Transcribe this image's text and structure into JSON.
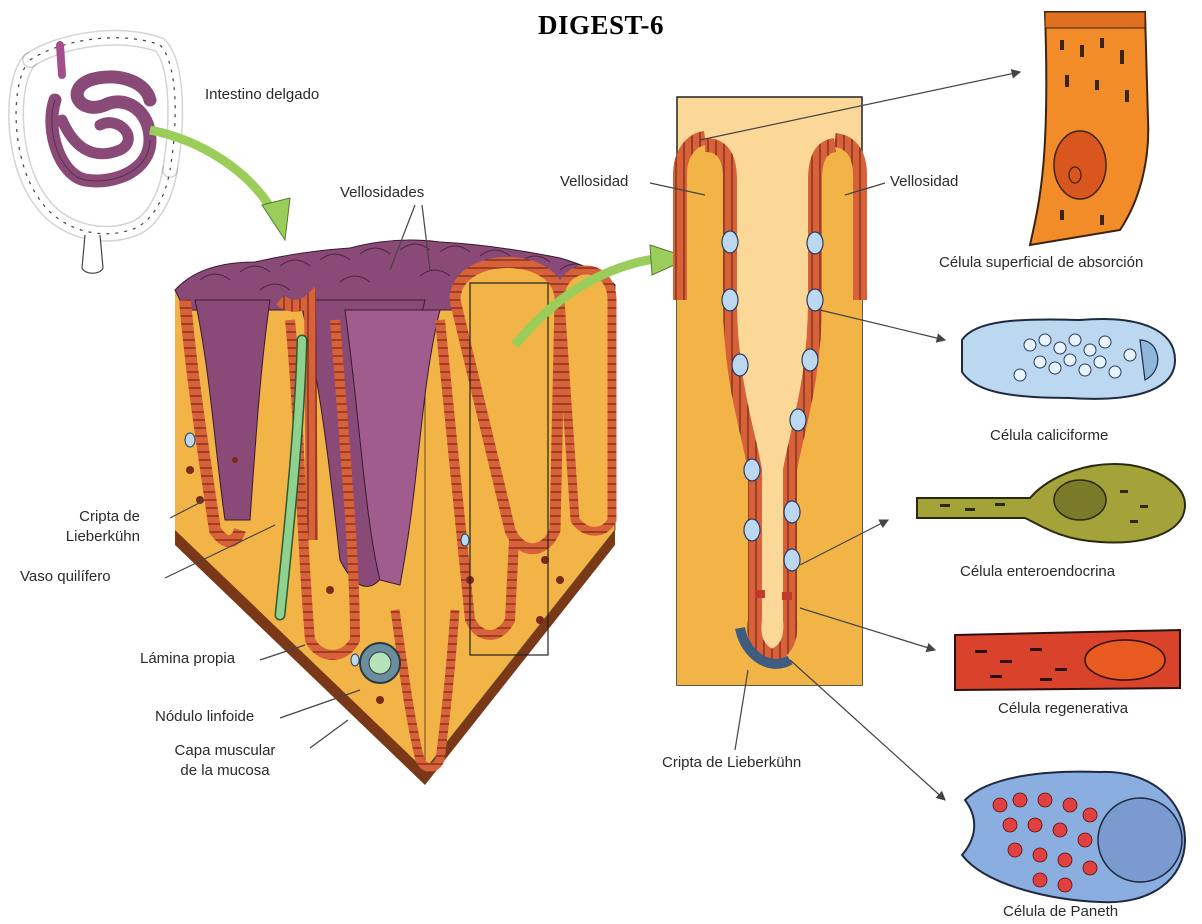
{
  "title": "DIGEST-6",
  "labels": {
    "small_intestine": "Intestino delgado",
    "villi": "Vellosidades",
    "crypt_line1": "Cripta de",
    "crypt_line2": "Lieberkühn",
    "lacteal": "Vaso quilífero",
    "lamina_propria": "Lámina propia",
    "lymphoid_nodule": "Nódulo linfoide",
    "muscularis_line1": "Capa muscular",
    "muscularis_line2": "de la mucosa",
    "villus_left": "Vellosidad",
    "villus_right": "Vellosidad",
    "crypt_detail": "Cripta de Lieberkühn",
    "absorptive_cell": "Célula superficial de absorción",
    "goblet_cell": "Célula caliciforme",
    "enteroendocrine_cell": "Célula enteroendocrina",
    "regenerative_cell": "Célula regenerativa",
    "paneth_cell": "Célula de Paneth"
  },
  "colors": {
    "villus_purple": "#8a4a78",
    "lamina_yellow": "#f2b447",
    "epithelium_orange": "#d9613a",
    "lacteal_green": "#8fd18f",
    "goblet_blue": "#bcd8f0",
    "arrow_green": "#9acd5a",
    "enteroendocrine_olive": "#a3a33a",
    "regenerative_red": "#d9432b",
    "paneth_blue": "#8aaee0"
  }
}
